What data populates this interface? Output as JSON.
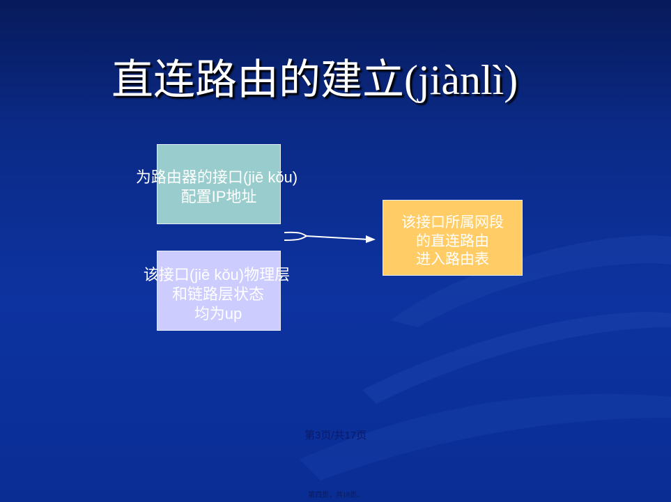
{
  "title": "直连路由的建立(jiànlì)",
  "boxes": {
    "config": {
      "line1": "为路由器的接口(jiē kǒu)",
      "line2": "配置IP地址",
      "color": "#99cccc"
    },
    "status": {
      "line1": "该接口(jiē kǒu)物理层",
      "line2": "和链路层状态",
      "line3": "均为up",
      "color": "#ccccff"
    },
    "result": {
      "line1": "该接口所属网段",
      "line2": "的直连路由",
      "line3": "进入路由表",
      "color": "#ffcc66"
    }
  },
  "footer": {
    "page": "第3页/共17页",
    "page_bottom": "第四页，共18页。"
  }
}
